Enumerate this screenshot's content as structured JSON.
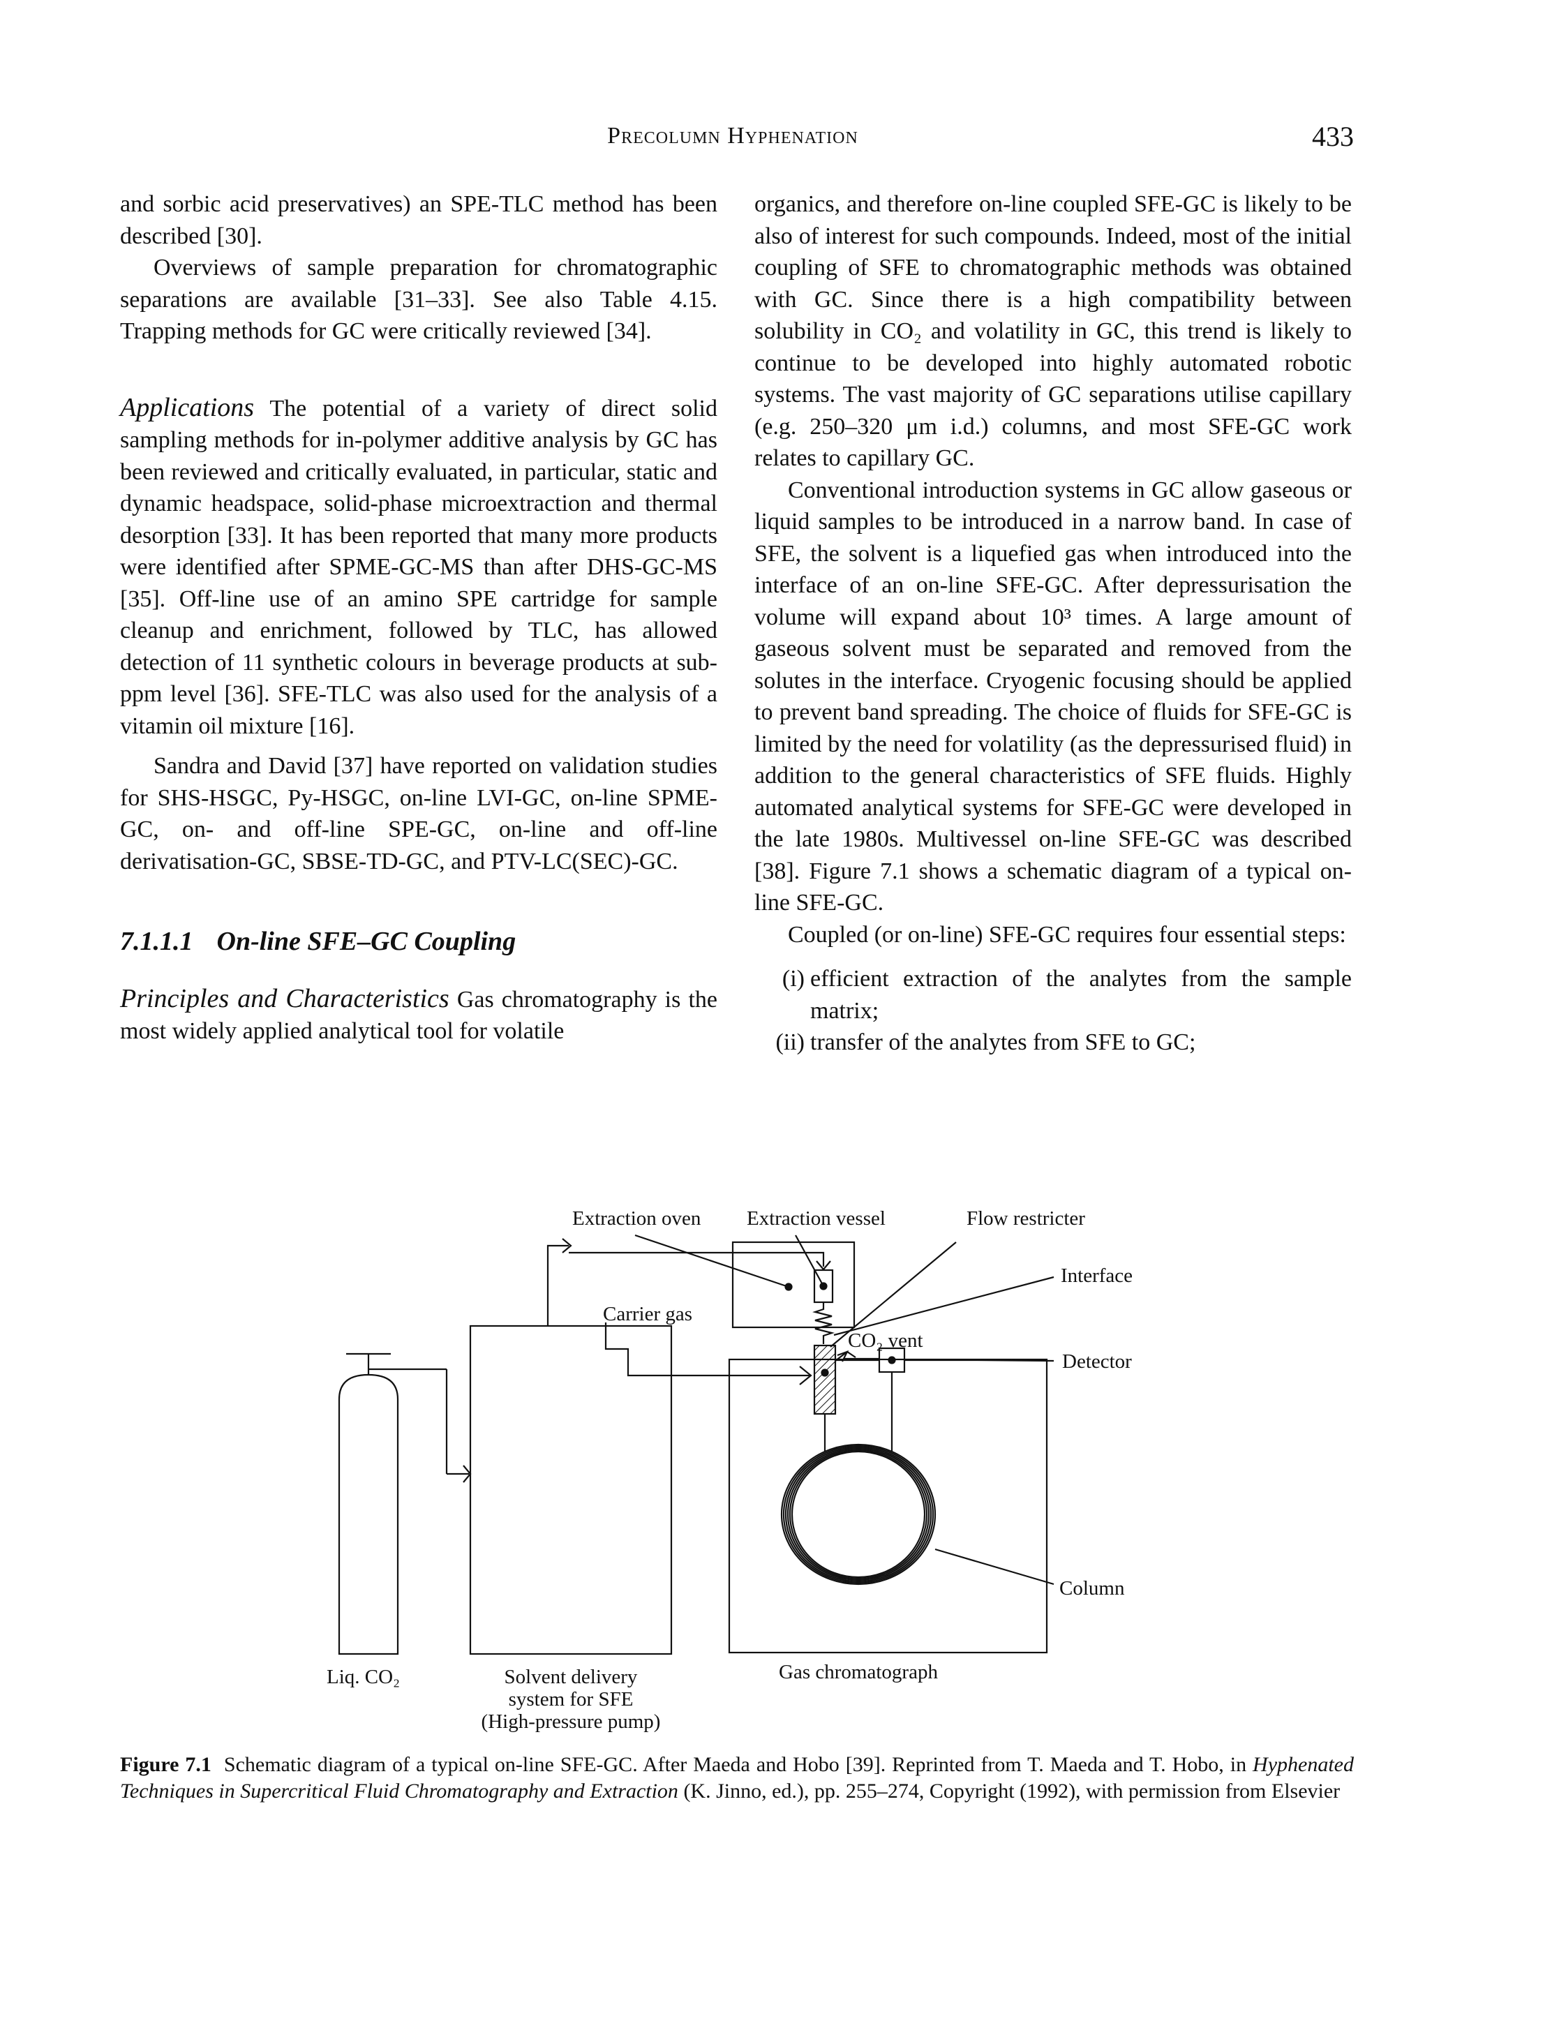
{
  "header": {
    "running_title": "Precolumn Hyphenation",
    "page_number": "433"
  },
  "left_column": {
    "p1": "and sorbic acid preservatives) an SPE-TLC method has been described [30].",
    "p2": "Overviews of sample preparation for chromatographic separations are available [31–33]. See also Table 4.15. Trapping methods for GC were critically reviewed [34].",
    "applications_heading": "Applications",
    "applications_text": "The potential of a variety of direct solid sampling methods for in-polymer additive analysis by GC has been reviewed and critically evaluated, in particular, static and dynamic headspace, solid-phase microextraction and thermal desorption [33]. It has been reported that many more products were identified after SPME-GC-MS than after DHS-GC-MS [35]. Off-line use of an amino SPE cartridge for sample cleanup and enrichment, followed by TLC, has allowed detection of 11 synthetic colours in beverage products at sub-ppm level [36]. SFE-TLC was also used for the analysis of a vitamin oil mixture [16].",
    "p4": "Sandra and David [37] have reported on validation studies for SHS-HSGC, Py-HSGC, on-line LVI-GC, on-line SPME-GC, on- and off-line SPE-GC, on-line and off-line derivatisation-GC, SBSE-TD-GC, and PTV-LC(SEC)-GC.",
    "section_number": "7.1.1.1",
    "section_title": "On-line SFE–GC Coupling",
    "principles_heading": "Principles and Characteristics",
    "principles_text": "Gas chromatography is the most widely applied analytical tool for volatile"
  },
  "right_column": {
    "p1": "organics, and therefore on-line coupled SFE-GC is likely to be also of interest for such compounds. Indeed, most of the initial coupling of SFE to chromatographic methods was obtained with GC. Since there is a high compatibility between solubility in CO₂ and volatility in GC, this trend is likely to continue to be developed into highly automated robotic systems. The vast majority of GC separations utilise capillary (e.g. 250–320 μm i.d.) columns, and most SFE-GC work relates to capillary GC.",
    "p2": "Conventional introduction systems in GC allow gaseous or liquid samples to be introduced in a narrow band. In case of SFE, the solvent is a liquefied gas when introduced into the interface of an on-line SFE-GC. After depressurisation the volume will expand about 10³ times. A large amount of gaseous solvent must be separated and removed from the solutes in the interface. Cryogenic focusing should be applied to prevent band spreading. The choice of fluids for SFE-GC is limited by the need for volatility (as the depressurised fluid) in addition to the general characteristics of SFE fluids. Highly automated analytical systems for SFE-GC were developed in the late 1980s. Multivessel on-line SFE-GC was described [38]. Figure 7.1 shows a schematic diagram of a typical on-line SFE-GC.",
    "p3": "Coupled (or on-line) SFE-GC requires four essential steps:",
    "steps": [
      {
        "marker": "(i)",
        "text": "efficient extraction of the analytes from the sample matrix;"
      },
      {
        "marker": "(ii)",
        "text": "transfer of the analytes from SFE to GC;"
      }
    ]
  },
  "figure": {
    "labels": {
      "extraction_oven": "Extraction oven",
      "extraction_vessel": "Extraction vessel",
      "flow_restricter": "Flow restricter",
      "interface": "Interface",
      "carrier_gas": "Carrier gas",
      "co2_vent": "CO₂ vent",
      "detector": "Detector",
      "column": "Column",
      "liq_co2": "Liq. CO₂",
      "solvent_delivery_1": "Solvent delivery",
      "solvent_delivery_2": "system for SFE",
      "solvent_delivery_3": "(High-pressure pump)",
      "gas_chromatograph": "Gas chromatograph"
    },
    "caption": {
      "label": "Figure 7.1",
      "text_1": "Schematic diagram of a typical on-line SFE-GC. After Maeda and Hobo [39]. Reprinted from T. Maeda and T. Hobo, in ",
      "book_title": "Hyphenated Techniques in Supercritical Fluid Chromatography and Extraction",
      "text_2": " (K. Jinno, ed.), pp. 255–274, Copyright (1992), with permission from Elsevier"
    }
  }
}
